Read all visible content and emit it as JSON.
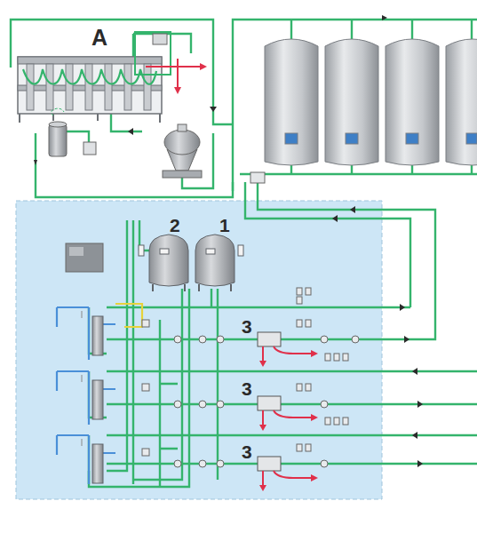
{
  "diagram": {
    "labels": [
      "A",
      "2",
      "1",
      "3",
      "3",
      "3"
    ]
  }
}
